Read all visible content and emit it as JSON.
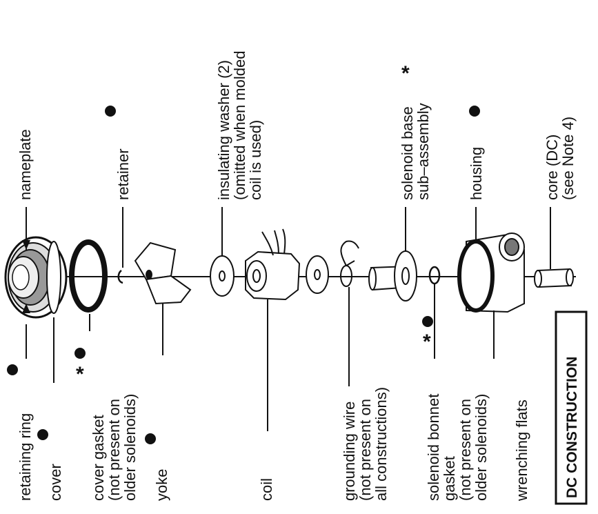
{
  "title": "DC CONSTRUCTION",
  "labels": {
    "retaining_ring": "retaining ring",
    "cover": "cover",
    "cover_gasket": [
      "cover gasket",
      "(not present on",
      "older solenoids)"
    ],
    "yoke": "yoke",
    "coil": "coil",
    "grounding_wire": [
      "grounding wire",
      "(not present on",
      "all constructions)"
    ],
    "solenoid_bonnet_gasket": [
      "solenoid bonnet",
      "gasket",
      "(not present on",
      "older solenoids)"
    ],
    "wrenching_flats": "wrenching flats",
    "nameplate": "nameplate",
    "retainer": "retainer",
    "insulating_washer": [
      "insulating washer (2)",
      "(omitted when molded",
      "coil is used)"
    ],
    "solenoid_base": [
      "solenoid base",
      "sub–assembly"
    ],
    "housing": "housing",
    "core": [
      "core (DC)",
      "(see Note 4)"
    ]
  },
  "symbols": {
    "dot": "●",
    "asterisk": "*"
  }
}
